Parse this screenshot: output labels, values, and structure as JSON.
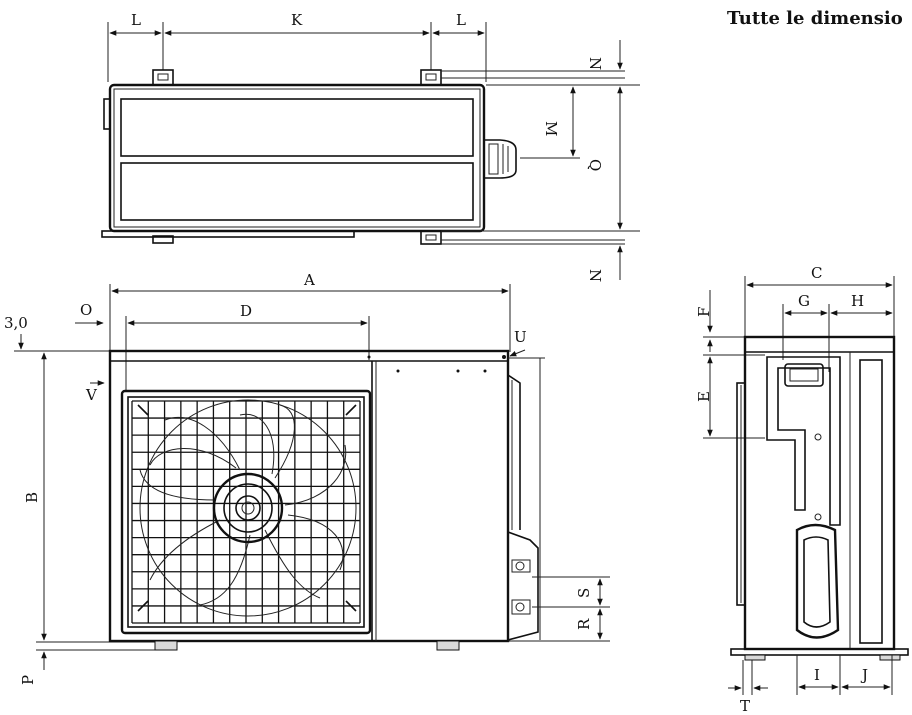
{
  "title": "Tutte le dimensio",
  "labels": {
    "A": "A",
    "B": "B",
    "C": "C",
    "D": "D",
    "E": "E",
    "F": "F",
    "G": "G",
    "H": "H",
    "I": "I",
    "J": "J",
    "K": "K",
    "L": "L",
    "M": "M",
    "N": "N",
    "O": "O",
    "P": "P",
    "Q": "Q",
    "R": "R",
    "S": "S",
    "T": "T",
    "U": "U",
    "V": "V",
    "offset": "3,0"
  },
  "views": [
    "top-view",
    "front-view",
    "side-view"
  ]
}
